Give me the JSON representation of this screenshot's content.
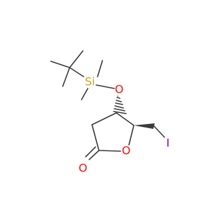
{
  "molecule": {
    "atoms": {
      "silicon": "Si",
      "ether_oxygen": "O",
      "ring_oxygen": "O",
      "carbonyl_oxygen": "O",
      "iodine": "I"
    },
    "colors": {
      "bond": "#3a3a3a",
      "oxygen": "#ff0d0d",
      "silicon": "#c8a01e",
      "iodine": "#940094"
    }
  }
}
